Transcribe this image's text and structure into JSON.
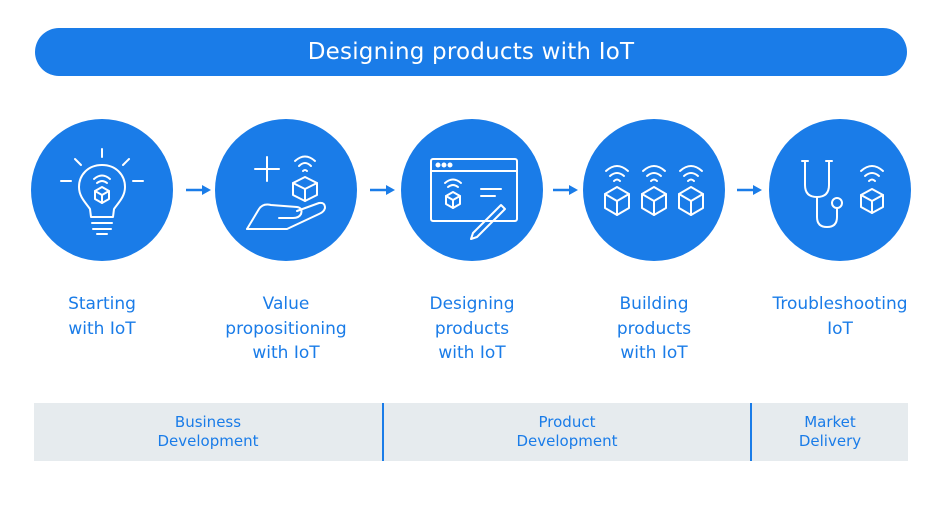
{
  "title": "Designing products with IoT",
  "steps": [
    {
      "label": "Starting\nwith IoT",
      "icon": "lightbulb-iot-icon"
    },
    {
      "label": "Value\npropositioning\nwith IoT",
      "icon": "hand-cube-icon"
    },
    {
      "label": "Designing\nproducts\nwith IoT",
      "icon": "browser-design-icon"
    },
    {
      "label": "Building\nproducts\nwith IoT",
      "icon": "cubes-wifi-icon"
    },
    {
      "label": "Troubleshooting\nIoT",
      "icon": "stethoscope-icon"
    }
  ],
  "phases": [
    {
      "label": "Business\nDevelopment"
    },
    {
      "label": "Product\nDevelopment"
    },
    {
      "label": "Market\nDelivery"
    }
  ],
  "colors": {
    "primary": "#1a7ce8",
    "phase_bg": "#e6ebee",
    "icon_line": "#ffffff"
  }
}
